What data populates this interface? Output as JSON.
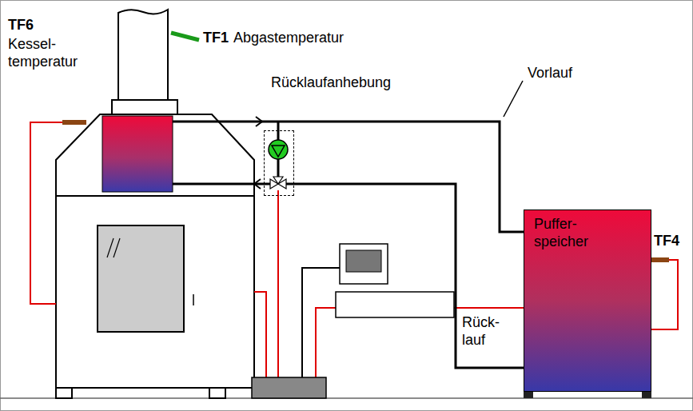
{
  "diagram": {
    "nodes": [
      {
        "text": [
          "Rücklaufanhebung"
        ]
      },
      {
        "text": [
          "Puffer- speicher"
        ]
      }
    ],
    "edges": [
      {
        "from": 1,
        "to": 0,
        "arrow": "none",
        "label": "Rück- lauf"
      }
    ],
    "labels": [
      "TF6",
      "Kessel- temperatur",
      "TF1",
      "Abgastemperatur",
      "Vorlauf",
      "TF4"
    ]
  }
}
